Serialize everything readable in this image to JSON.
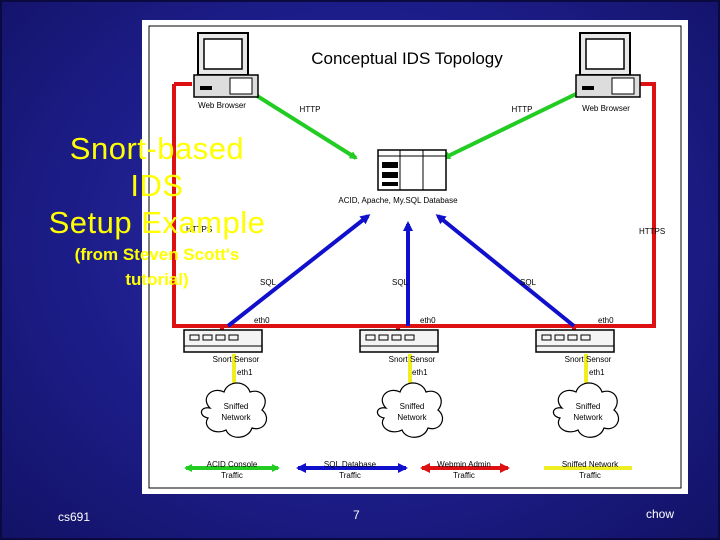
{
  "diagram": {
    "title": "Conceptual IDS Topology",
    "web_browser_left": "Web Browser",
    "web_browser_right": "Web Browser",
    "http_left": "HTTP",
    "http_right": "HTTP",
    "server_label": "ACID, Apache, My.SQL Database",
    "https_left": "HTTPS",
    "https_right": "HTTPS",
    "sql_left": "SQL",
    "sql_center": "SQL",
    "sql_right": "SQL",
    "eth0_left": "eth0",
    "eth0_center": "eth0",
    "eth0_right": "eth0",
    "sensor_left": "Snort Sensor",
    "sensor_center": "Snort Sensor",
    "sensor_right": "Snort Sensor",
    "eth1_left": "eth1",
    "eth1_center": "eth1",
    "eth1_right": "eth1",
    "cloud_line1": "Sniffed",
    "cloud_line2": "Network",
    "legend": [
      {
        "line1": "ACID Console",
        "line2": "Traffic",
        "color": "#22cc22"
      },
      {
        "line1": "SQL Database",
        "line2": "Traffic",
        "color": "#1010cc"
      },
      {
        "line1": "Webmin Admin",
        "line2": "Traffic",
        "color": "#dd1111"
      },
      {
        "line1": "Sniffed Network",
        "line2": "Traffic",
        "color": "#eeee22"
      }
    ]
  },
  "overlay": {
    "title_line1": "Snort-based",
    "title_line2": "IDS",
    "title_line3": "Setup Example",
    "subtitle_line1": "(from Steven Scott's",
    "subtitle_line2": "tutorial)"
  },
  "footer": {
    "course": "cs691",
    "page": "7",
    "author": "chow"
  },
  "colors": {
    "background": "#1d1d8a",
    "overlay_text": "#ffff00",
    "acid": "#22cc22",
    "sql": "#1010cc",
    "webmin": "#dd1111",
    "sniffed": "#eeee22"
  }
}
